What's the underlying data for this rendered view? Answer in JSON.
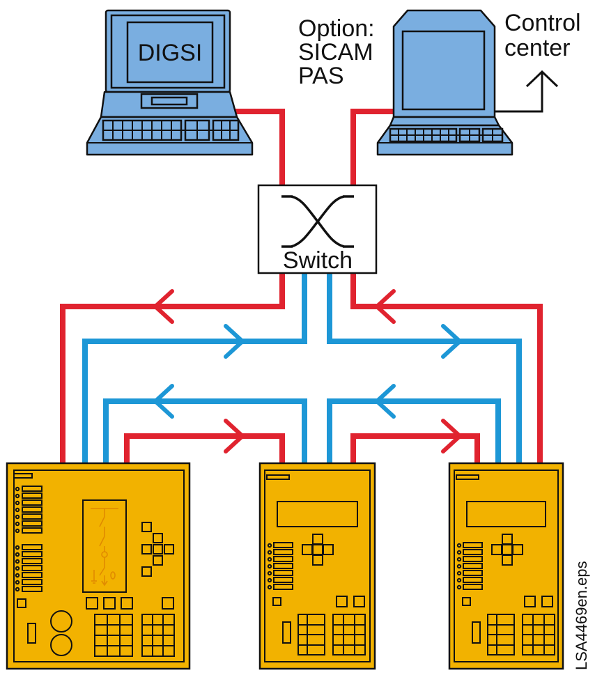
{
  "laptop": {
    "screen_label": "DIGSI"
  },
  "desktop": {
    "option_lines": [
      "Option:",
      "SICAM",
      "PAS"
    ],
    "control_lines": [
      "Control",
      "center"
    ]
  },
  "switch": {
    "label": "Switch"
  },
  "file_label": "LSA4469en.eps",
  "colors": {
    "red_link": "#e0232f",
    "blue_link": "#1d97d6",
    "device": "#f2b200",
    "pc": "#7aaee0"
  }
}
